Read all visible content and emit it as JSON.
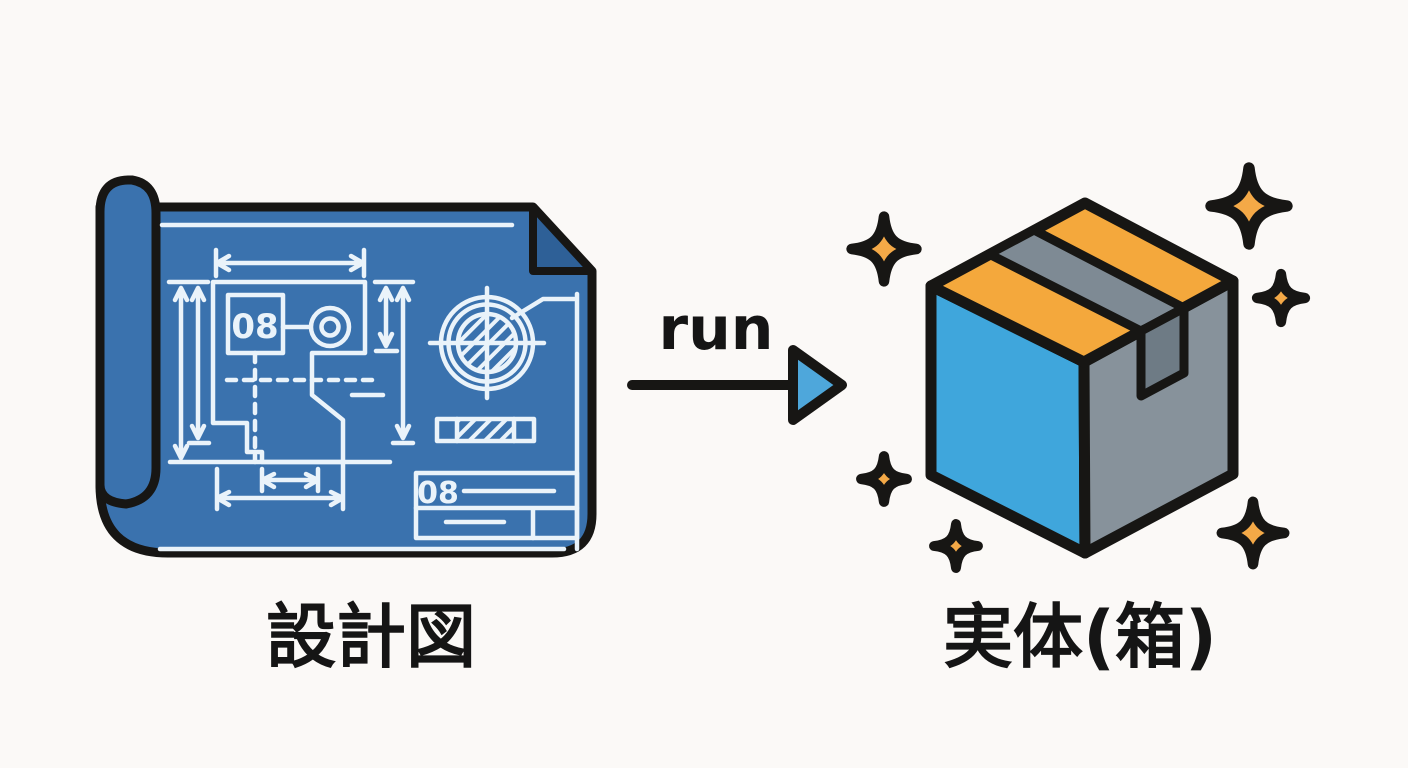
{
  "diagram": {
    "blueprint": {
      "caption": "設計図",
      "part_label": "08",
      "title_block_label": "08"
    },
    "arrow": {
      "label": "run"
    },
    "box": {
      "caption": "実体(箱)"
    },
    "colors": {
      "background": "#FBF9F7",
      "outline": "#171614",
      "blueprint_paper": "#3A72AE",
      "blueprint_fold": "#2E6097",
      "blueprint_line": "#EAF3FA",
      "arrowhead": "#4EA7DB",
      "box_left_face": "#3FA6DC",
      "box_right_face": "#87929B",
      "box_top_face": "#F4A83C",
      "box_tape": "#7E8A94",
      "box_tape_tab": "#6E7B85",
      "sparkle": "#F4A947",
      "text": "#151515"
    }
  }
}
